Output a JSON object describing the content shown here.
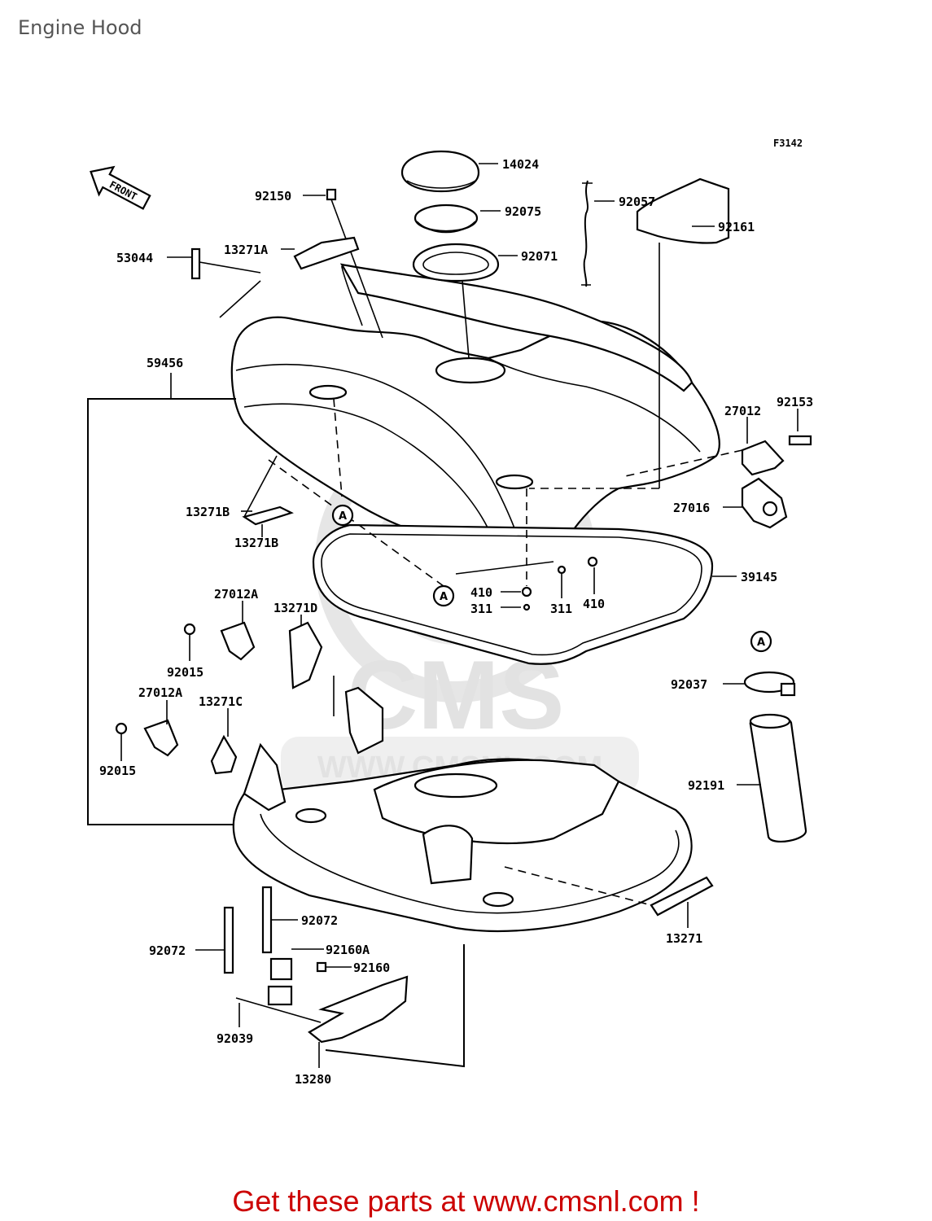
{
  "page_title": "Engine Hood",
  "figure_code": "F3142",
  "front_marker": "FRONT",
  "reference_marker": "A",
  "watermark": {
    "logo_text": "CMS",
    "url_text": "WWW.CMSNL.COM"
  },
  "part_labels": [
    "14024",
    "92150",
    "92075",
    "92057",
    "92161",
    "13271A",
    "53044",
    "92071",
    "59456",
    "27012",
    "92153",
    "27016",
    "13271B",
    "13271B",
    "39145",
    "410",
    "311",
    "311",
    "410",
    "27012A",
    "13271D",
    "92015",
    "92037",
    "27012A",
    "13271C",
    "92015",
    "92191",
    "92072",
    "13271",
    "92072",
    "92160A",
    "92160",
    "92039",
    "13280"
  ],
  "footer": {
    "link_text": "Get these parts at www.cmsnl.com !",
    "color": "#cc0000"
  }
}
